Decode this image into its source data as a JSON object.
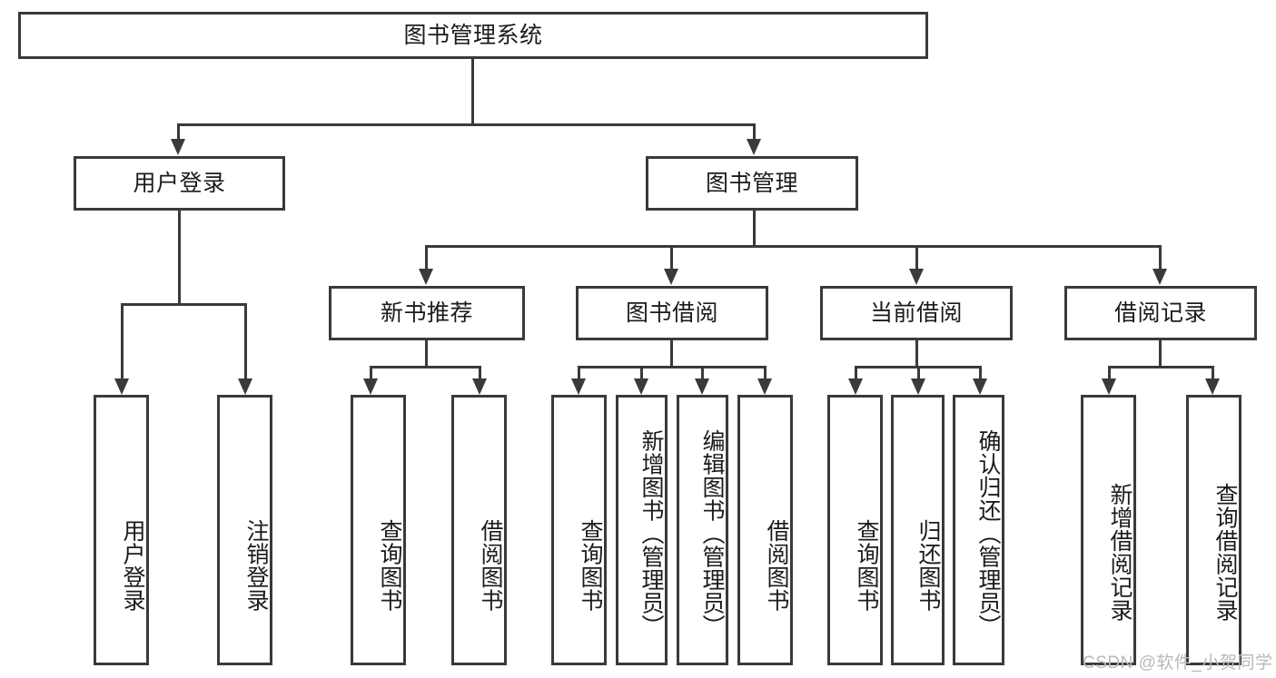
{
  "diagram": {
    "title_node": {
      "label": "图书管理系统"
    },
    "level2": [
      {
        "label": "用户登录"
      },
      {
        "label": "图书管理"
      }
    ],
    "level3": [
      {
        "label": "新书推荐"
      },
      {
        "label": "图书借阅"
      },
      {
        "label": "当前借阅"
      },
      {
        "label": "借阅记录"
      }
    ],
    "leaves": {
      "user_login": [
        {
          "label": "用户登录"
        },
        {
          "label": "注销登录"
        }
      ],
      "new_book_recommend": [
        {
          "label": "查询图书"
        },
        {
          "label": "借阅图书"
        }
      ],
      "book_borrow": [
        {
          "label": "查询图书"
        },
        {
          "label": "新增图书（管理员）"
        },
        {
          "label": "编辑图书（管理员）"
        },
        {
          "label": "借阅图书"
        }
      ],
      "current_borrow": [
        {
          "label": "查询图书"
        },
        {
          "label": "归还图书"
        },
        {
          "label": "确认归还（管理员）"
        }
      ],
      "borrow_record": [
        {
          "label": "新增借阅记录"
        },
        {
          "label": "查询借阅记录"
        }
      ]
    }
  },
  "watermark": {
    "text": "CSDN @软件_小贺同学"
  },
  "colors": {
    "stroke": "#3a3a3a",
    "background": "#ffffff",
    "text": "#1b1b1b",
    "watermark": "#b9b9b9"
  }
}
